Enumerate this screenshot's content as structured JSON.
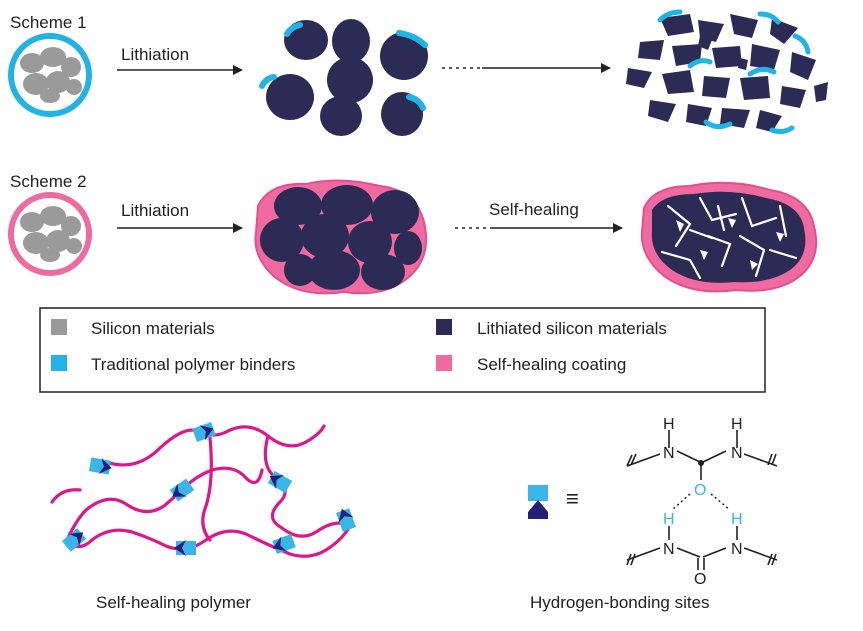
{
  "colors": {
    "silicon": "#9a9a9a",
    "lithiated": "#2b2b55",
    "binder": "#20b4e6",
    "coating": "#f06aa0",
    "polymer_chain": "#e0158a",
    "site_light": "#38b6e8",
    "site_dark": "#23207a",
    "ink": "#222222"
  },
  "scheme1": {
    "title": "Scheme 1",
    "step1_label": "Lithiation"
  },
  "scheme2": {
    "title": "Scheme 2",
    "step1_label": "Lithiation",
    "step2_label": "Self-healing"
  },
  "legend": {
    "items": [
      {
        "label": "Silicon materials",
        "color_key": "silicon"
      },
      {
        "label": "Lithiated silicon materials",
        "color_key": "lithiated"
      },
      {
        "label": "Traditional polymer binders",
        "color_key": "binder"
      },
      {
        "label": "Self-healing coating",
        "color_key": "coating"
      }
    ]
  },
  "polymer": {
    "caption": "Self-healing polymer"
  },
  "hbond": {
    "caption": "Hydrogen-bonding sites",
    "equiv_symbol": "≡",
    "atoms": {
      "H": "H",
      "N": "N",
      "O": "O"
    }
  }
}
